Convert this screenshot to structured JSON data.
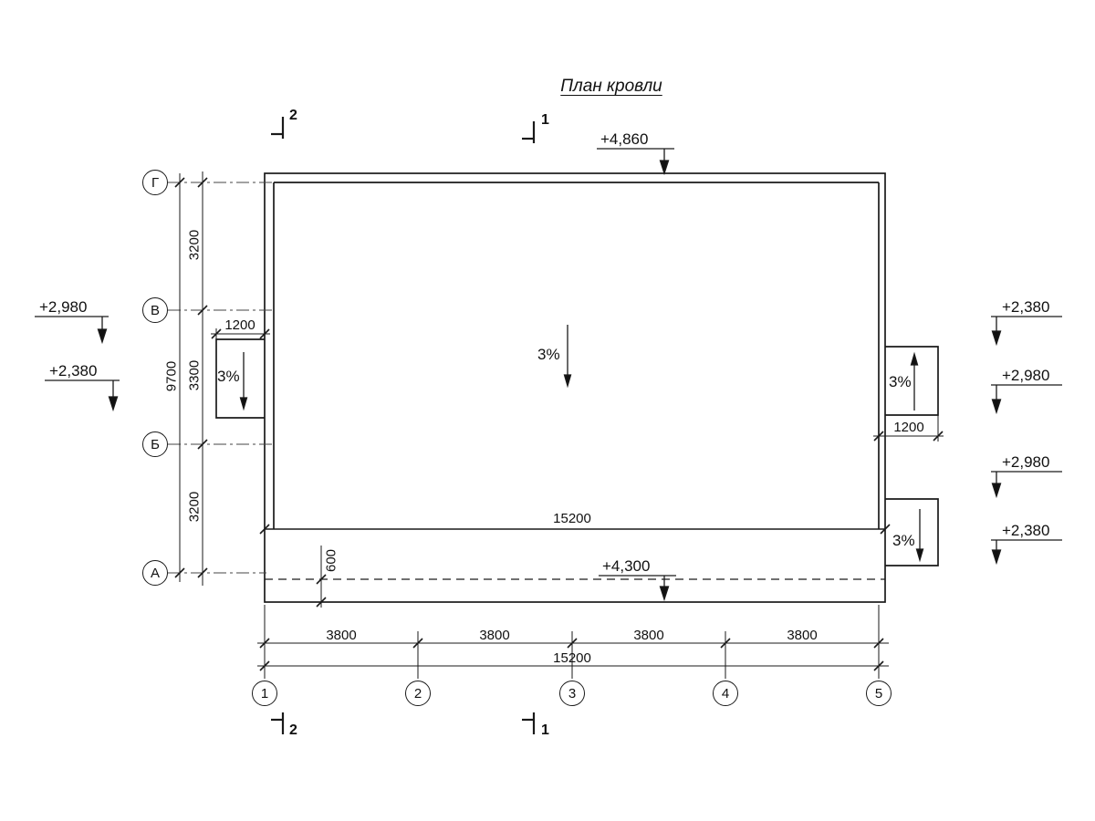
{
  "title": "План кровли",
  "axis_rows": [
    "Г",
    "В",
    "Б",
    "А"
  ],
  "axis_cols": [
    "1",
    "2",
    "3",
    "4",
    "5"
  ],
  "dims": {
    "row_segments": [
      "3200",
      "3300",
      "3200"
    ],
    "row_total": "9700",
    "col_segments": [
      "3800",
      "3800",
      "3800",
      "3800"
    ],
    "col_total": "15200",
    "roof_width": "15200",
    "left_canopy_width": "1200",
    "right_canopy_width": "1200",
    "overhang": "600"
  },
  "levels": {
    "roof_top": "+4,860",
    "roof_low_edge": "+4,300",
    "left": [
      "+2,980",
      "+2,380"
    ],
    "right": [
      "+2,380",
      "+2,980",
      "+2,980",
      "+2,380"
    ]
  },
  "slopes": {
    "main": "3%",
    "left_canopy": "3%",
    "right_upper_canopy": "3%",
    "right_lower_canopy": "3%"
  },
  "sections": {
    "section_1": "1",
    "section_2": "2"
  }
}
